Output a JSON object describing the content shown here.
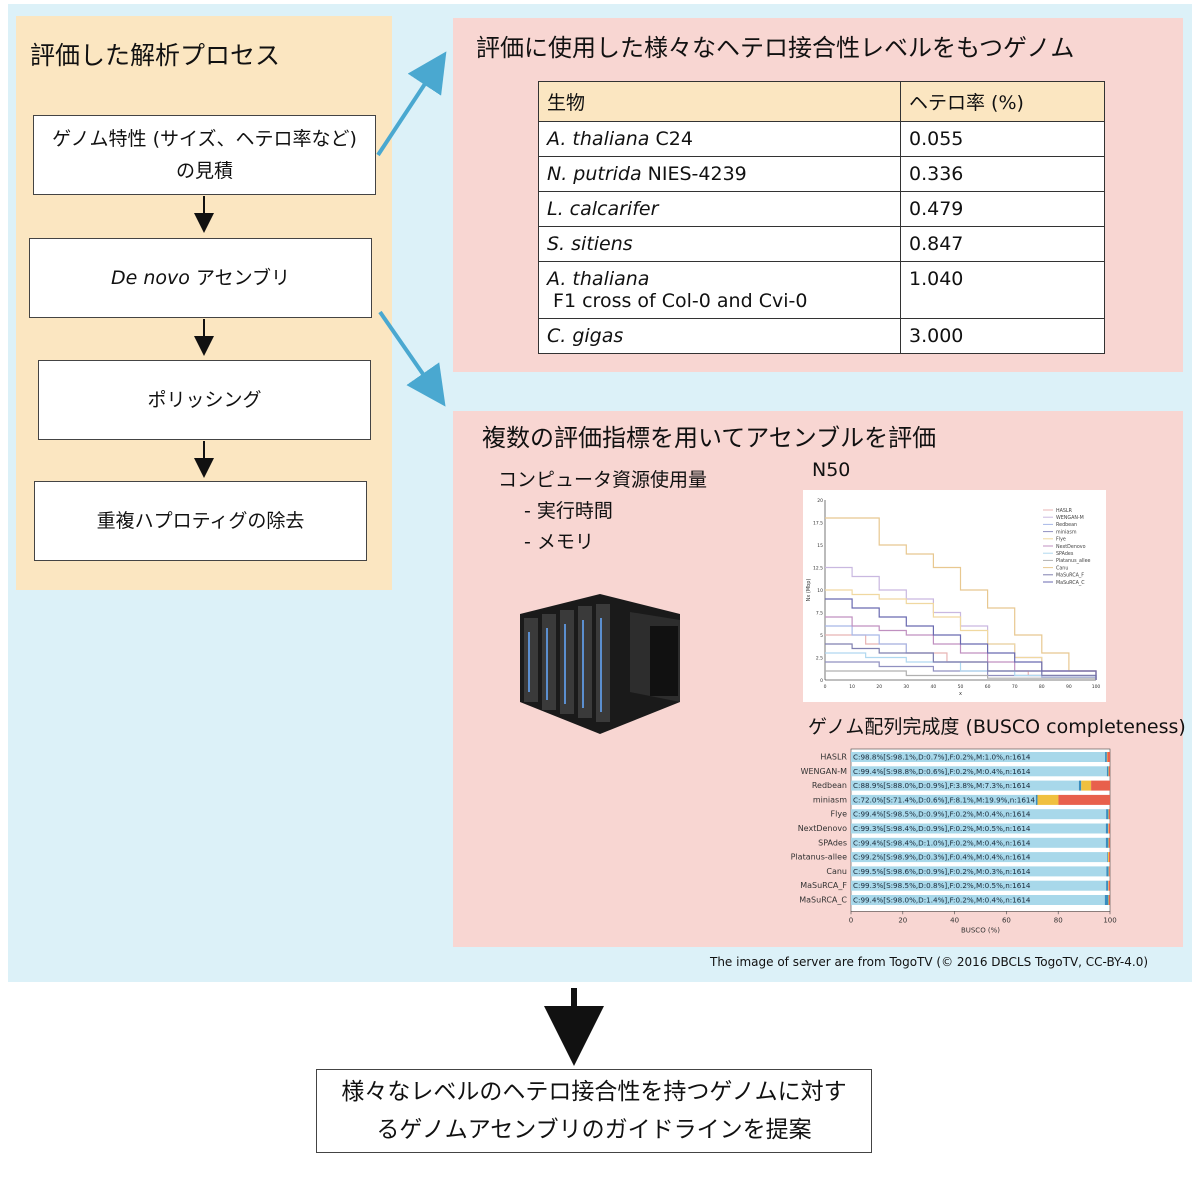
{
  "process": {
    "title": "評価した解析プロセス",
    "steps": [
      {
        "line1": "ゲノム特性 (サイズ、ヘテロ率など)",
        "line2": "の見積"
      },
      {
        "italic": "De novo",
        "rest": " アセンブリ"
      },
      {
        "label": "ポリッシング"
      },
      {
        "label": "重複ハプロティグの除去"
      }
    ]
  },
  "hetero": {
    "title": "評価に使用した様々なヘテロ接合性レベルをもつゲノム",
    "headers": [
      "生物",
      "ヘテロ率 (%)"
    ],
    "rows": [
      {
        "italic": "A. thaliana",
        "rest": " C24",
        "value": "0.055"
      },
      {
        "italic": "N. putrida",
        "rest": " NIES-4239",
        "value": "0.336"
      },
      {
        "italic": "L. calcarifer",
        "rest": "",
        "value": "0.479"
      },
      {
        "italic": "S. sitiens",
        "rest": "",
        "value": "0.847"
      },
      {
        "italic": "A. thaliana",
        "rest": "F1 cross of Col-0 and Cvi-0",
        "value": "1.040"
      },
      {
        "italic": "C. gigas",
        "rest": "",
        "value": "3.000"
      }
    ]
  },
  "evaluation": {
    "title": "複数の評価指標を用いてアセンブルを評価",
    "resources_title": "コンピュータ資源使用量",
    "resources_items": [
      "- 実行時間",
      "- メモリ"
    ],
    "n50_title": "N50",
    "busco_title": "ゲノム配列完成度 (BUSCO completeness)"
  },
  "credit": "The image of server are from TogoTV (© 2016 DBCLS TogoTV, CC-BY-4.0)",
  "conclusion": {
    "line1": "様々なレベルのヘテロ接合性を持つゲノムに対す",
    "line2": "るゲノムアセンブリのガイドラインを提案"
  },
  "colors": {
    "process_bg": "#fbe6c1",
    "outer_bg": "#dcf1f8",
    "panel_bg": "#f8d6d2",
    "arrow": "#4aa8d0"
  },
  "chart_data": [
    {
      "type": "line",
      "title": "N50",
      "ylabel": "Nx (Mbp)",
      "xlabel": "x",
      "xlim": [
        0,
        100
      ],
      "ylim": [
        0,
        20
      ],
      "x_ticks": [
        "0",
        "10",
        "20",
        "30",
        "40",
        "50",
        "60",
        "70",
        "80",
        "90",
        "100"
      ],
      "y_ticks": [
        "0",
        "2.5",
        "5",
        "7.5",
        "10",
        "12.5",
        "15",
        "17.5",
        "20"
      ],
      "legend_position": "top-right",
      "series": [
        {
          "name": "HASLR",
          "color": "#e8b4b4",
          "values": [
            [
              0,
              5
            ],
            [
              15,
              4
            ],
            [
              30,
              3
            ],
            [
              45,
              2
            ],
            [
              60,
              1
            ],
            [
              75,
              0.5
            ],
            [
              100,
              0
            ]
          ]
        },
        {
          "name": "WENGAN-M",
          "color": "#c9b8e0",
          "values": [
            [
              0,
              12.5
            ],
            [
              10,
              11.5
            ],
            [
              20,
              10
            ],
            [
              30,
              9
            ],
            [
              40,
              7.5
            ],
            [
              50,
              6
            ],
            [
              60,
              4
            ],
            [
              70,
              2.5
            ],
            [
              80,
              1
            ],
            [
              100,
              0
            ]
          ]
        },
        {
          "name": "Redbean",
          "color": "#a8b8e8",
          "values": [
            [
              0,
              6
            ],
            [
              10,
              5
            ],
            [
              20,
              4
            ],
            [
              30,
              3
            ],
            [
              40,
              2
            ],
            [
              60,
              1
            ],
            [
              80,
              0.3
            ],
            [
              100,
              0
            ]
          ]
        },
        {
          "name": "miniasm",
          "color": "#9090c0",
          "values": [
            [
              0,
              2
            ],
            [
              20,
              1.5
            ],
            [
              40,
              1
            ],
            [
              60,
              0.5
            ],
            [
              100,
              0
            ]
          ]
        },
        {
          "name": "Flye",
          "color": "#f0d8a0",
          "values": [
            [
              0,
              10
            ],
            [
              10,
              9.5
            ],
            [
              20,
              9
            ],
            [
              30,
              8.5
            ],
            [
              40,
              7
            ],
            [
              50,
              5.5
            ],
            [
              60,
              4
            ],
            [
              70,
              2.5
            ],
            [
              80,
              1
            ],
            [
              100,
              0
            ]
          ]
        },
        {
          "name": "NextDenovo",
          "color": "#c090c0",
          "values": [
            [
              0,
              7
            ],
            [
              10,
              6
            ],
            [
              20,
              5.5
            ],
            [
              30,
              5
            ],
            [
              40,
              4
            ],
            [
              50,
              3
            ],
            [
              60,
              2
            ],
            [
              70,
              1
            ],
            [
              100,
              0
            ]
          ]
        },
        {
          "name": "SPAdes",
          "color": "#b0d8f0",
          "values": [
            [
              0,
              3
            ],
            [
              15,
              2.5
            ],
            [
              30,
              2
            ],
            [
              50,
              1
            ],
            [
              70,
              0.5
            ],
            [
              100,
              0
            ]
          ]
        },
        {
          "name": "Platanus_allee",
          "color": "#b0b0b0",
          "values": [
            [
              0,
              1
            ],
            [
              30,
              0.5
            ],
            [
              60,
              0.2
            ],
            [
              100,
              0
            ]
          ]
        },
        {
          "name": "Canu",
          "color": "#e8c890",
          "values": [
            [
              0,
              18
            ],
            [
              10,
              18
            ],
            [
              20,
              15
            ],
            [
              30,
              14
            ],
            [
              40,
              12.5
            ],
            [
              50,
              10
            ],
            [
              60,
              8
            ],
            [
              70,
              5
            ],
            [
              80,
              3
            ],
            [
              90,
              1
            ],
            [
              100,
              0
            ]
          ]
        },
        {
          "name": "MaSuRCA_F",
          "color": "#8080b0",
          "values": [
            [
              0,
              4
            ],
            [
              10,
              3.5
            ],
            [
              20,
              3
            ],
            [
              40,
              2
            ],
            [
              60,
              1
            ],
            [
              80,
              0.5
            ],
            [
              100,
              0
            ]
          ]
        },
        {
          "name": "MaSuRCA_C",
          "color": "#6a6ab0",
          "values": [
            [
              0,
              9
            ],
            [
              10,
              8
            ],
            [
              20,
              7
            ],
            [
              30,
              6
            ],
            [
              40,
              5
            ],
            [
              50,
              4
            ],
            [
              60,
              3
            ],
            [
              70,
              2
            ],
            [
              80,
              1
            ],
            [
              100,
              0
            ]
          ]
        }
      ]
    },
    {
      "type": "bar",
      "title": "ゲノム配列完成度 (BUSCO completeness)",
      "xlabel": "BUSCO (%)",
      "xlim": [
        0,
        100
      ],
      "x_ticks": [
        "0",
        "20",
        "40",
        "60",
        "80",
        "100"
      ],
      "categories": [
        "HASLR",
        "WENGAN-M",
        "Redbean",
        "miniasm",
        "Flye",
        "NextDenovo",
        "SPAdes",
        "Platanus-allee",
        "Canu",
        "MaSuRCA_F",
        "MaSuRCA_C"
      ],
      "labels": [
        "C:98.8%[S:98.1%,D:0.7%],F:0.2%,M:1.0%,n:1614",
        "C:99.4%[S:98.8%,D:0.6%],F:0.2%,M:0.4%,n:1614",
        "C:88.9%[S:88.0%,D:0.9%],F:3.8%,M:7.3%,n:1614",
        "C:72.0%[S:71.4%,D:0.6%],F:8.1%,M:19.9%,n:1614",
        "C:99.4%[S:98.5%,D:0.9%],F:0.2%,M:0.4%,n:1614",
        "C:99.3%[S:98.4%,D:0.9%],F:0.2%,M:0.5%,n:1614",
        "C:99.4%[S:98.4%,D:1.0%],F:0.2%,M:0.4%,n:1614",
        "C:99.2%[S:98.9%,D:0.3%],F:0.4%,M:0.4%,n:1614",
        "C:99.5%[S:98.6%,D:0.9%],F:0.2%,M:0.3%,n:1614",
        "C:99.3%[S:98.5%,D:0.8%],F:0.2%,M:0.5%,n:1614",
        "C:99.4%[S:98.0%,D:1.4%],F:0.2%,M:0.4%,n:1614"
      ],
      "series": [
        {
          "name": "S",
          "color": "#a8d8ea",
          "values": [
            98.1,
            98.8,
            88.0,
            71.4,
            98.5,
            98.4,
            98.4,
            98.9,
            98.6,
            98.5,
            98.0
          ]
        },
        {
          "name": "D",
          "color": "#3a8dbf",
          "values": [
            0.7,
            0.6,
            0.9,
            0.6,
            0.9,
            0.9,
            1.0,
            0.3,
            0.9,
            0.8,
            1.4
          ]
        },
        {
          "name": "F",
          "color": "#f0c040",
          "values": [
            0.2,
            0.2,
            3.8,
            8.1,
            0.2,
            0.2,
            0.2,
            0.4,
            0.2,
            0.2,
            0.2
          ]
        },
        {
          "name": "M",
          "color": "#e8604c",
          "values": [
            1.0,
            0.4,
            7.3,
            19.9,
            0.4,
            0.5,
            0.4,
            0.4,
            0.3,
            0.5,
            0.4
          ]
        }
      ]
    }
  ]
}
